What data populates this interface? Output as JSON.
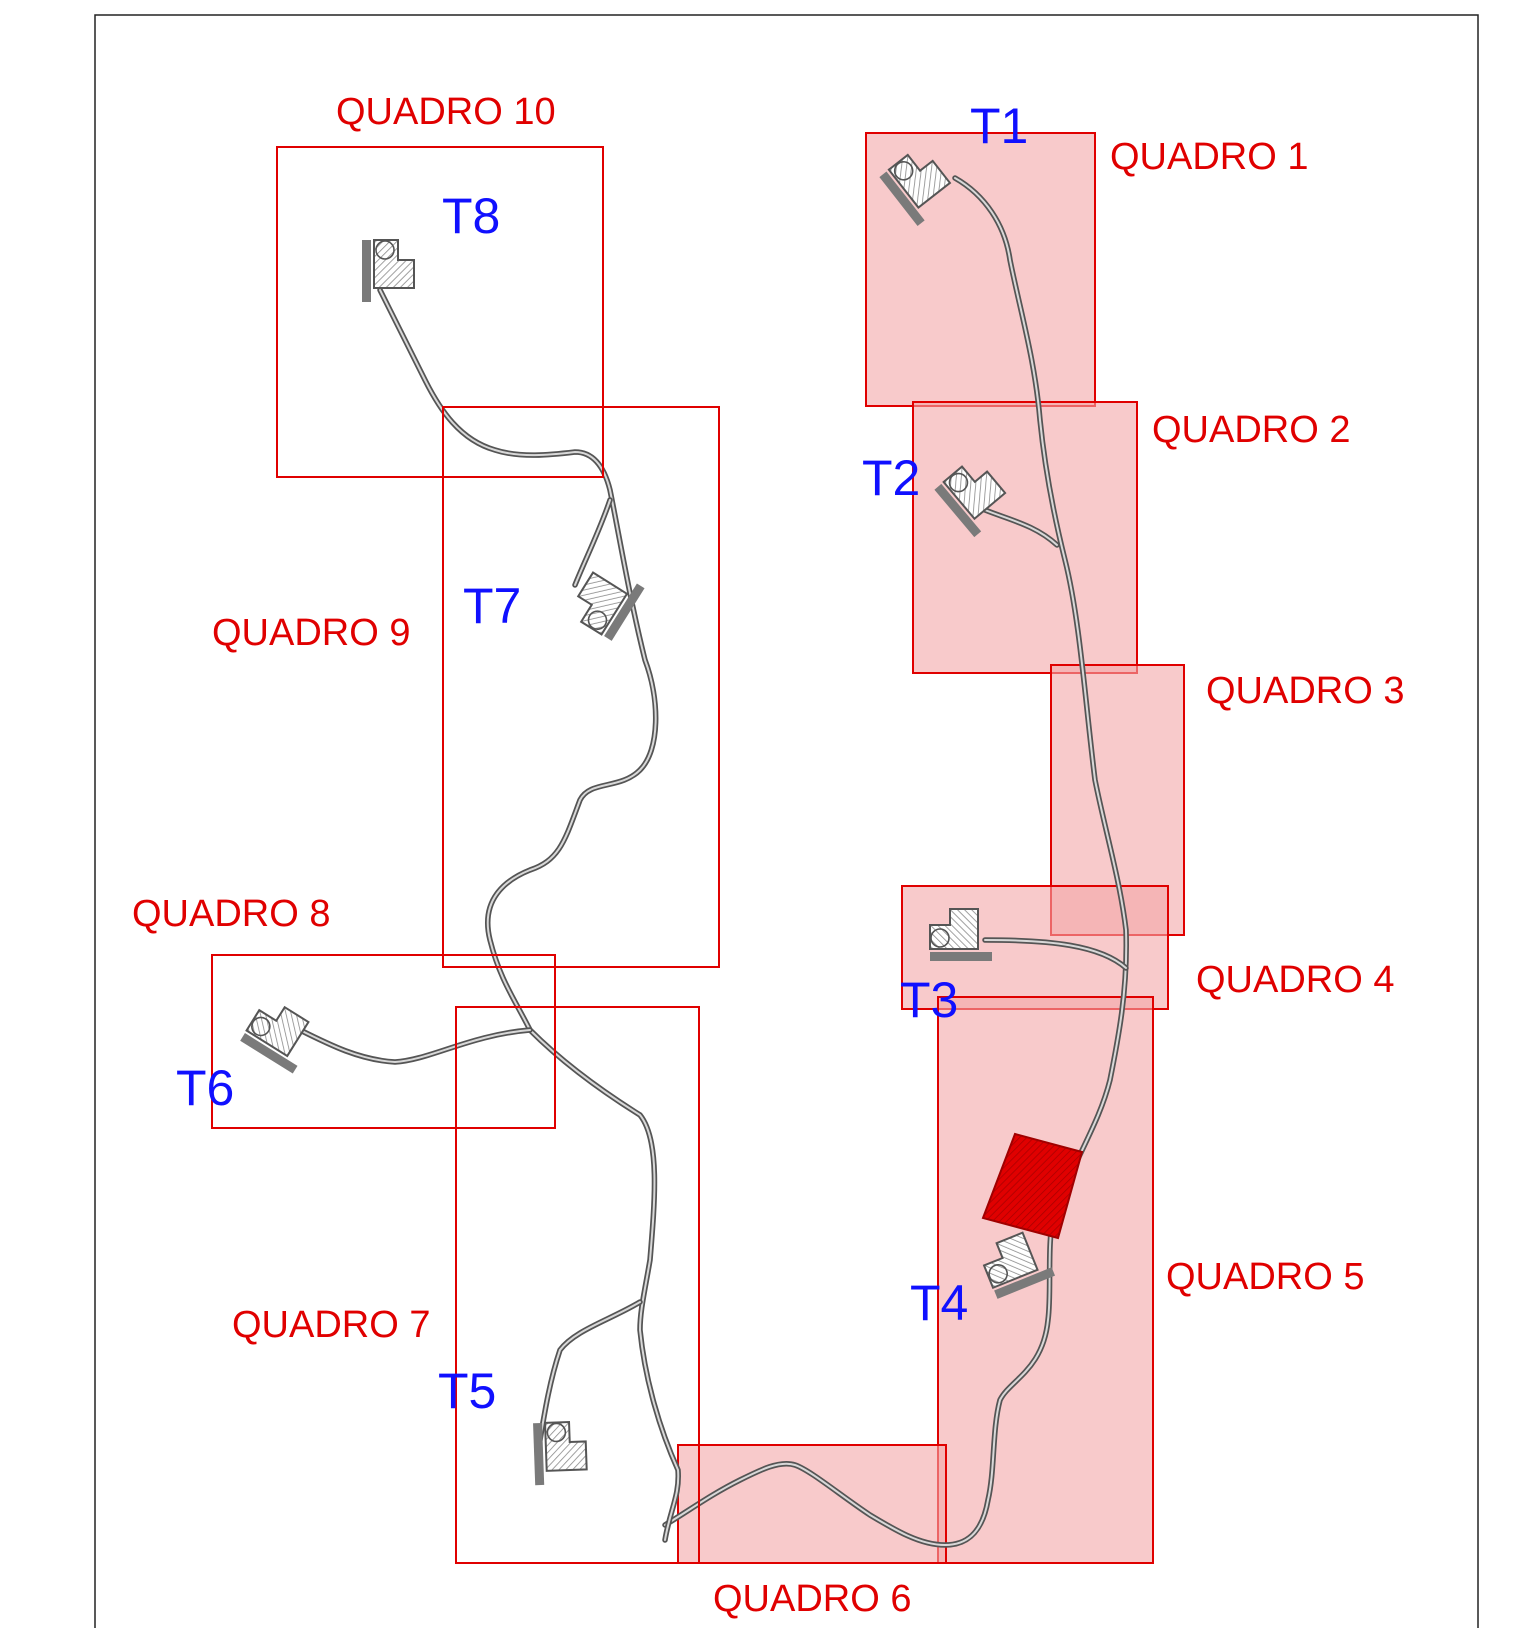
{
  "quadri": [
    {
      "label": "QUADRO 1",
      "filled": true
    },
    {
      "label": "QUADRO 2",
      "filled": true
    },
    {
      "label": "QUADRO 3",
      "filled": true
    },
    {
      "label": "QUADRO 4",
      "filled": true
    },
    {
      "label": "QUADRO 5",
      "filled": true
    },
    {
      "label": "QUADRO 6",
      "filled": true
    },
    {
      "label": "QUADRO 7",
      "filled": false
    },
    {
      "label": "QUADRO 8",
      "filled": false
    },
    {
      "label": "QUADRO 9",
      "filled": false
    },
    {
      "label": "QUADRO 10",
      "filled": false
    }
  ],
  "turbines": [
    {
      "label": "T1"
    },
    {
      "label": "T2"
    },
    {
      "label": "T3"
    },
    {
      "label": "T4"
    },
    {
      "label": "T5"
    },
    {
      "label": "T6"
    },
    {
      "label": "T7"
    },
    {
      "label": "T8"
    }
  ],
  "colors": {
    "quadro": "#e00000",
    "quadro_fill": "#f4a6a9",
    "turbine_label": "#1010ff",
    "road": "#555555",
    "pad": "#7a7a7a",
    "substation": "#e00000"
  }
}
